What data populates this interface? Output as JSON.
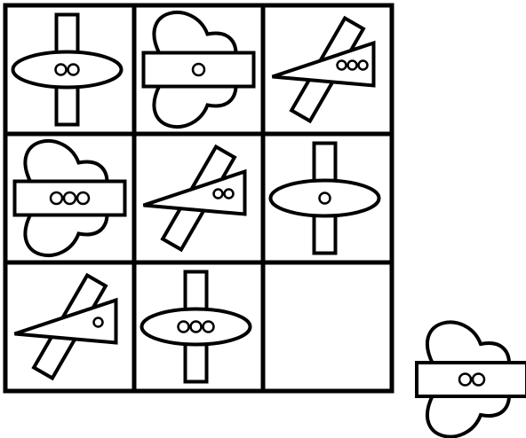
{
  "puzzle": {
    "rows": 3,
    "columns": 3,
    "cells": [
      {
        "shape": "vertical-bar-oval",
        "circles": 2
      },
      {
        "shape": "wings-rectangle",
        "circles": 1
      },
      {
        "shape": "arrow-plane",
        "circles": 3
      },
      {
        "shape": "wings-rectangle",
        "circles": 3
      },
      {
        "shape": "arrow-plane",
        "circles": 2
      },
      {
        "shape": "vertical-bar-oval",
        "circles": 1
      },
      {
        "shape": "arrow-plane",
        "circles": 1
      },
      {
        "shape": "vertical-bar-oval",
        "circles": 3
      },
      {
        "shape": "empty",
        "circles": 0
      }
    ],
    "answer_option": {
      "shape": "wings-rectangle",
      "circles": 2
    }
  },
  "colors": {
    "stroke": "#000000",
    "fill": "#ffffff"
  }
}
